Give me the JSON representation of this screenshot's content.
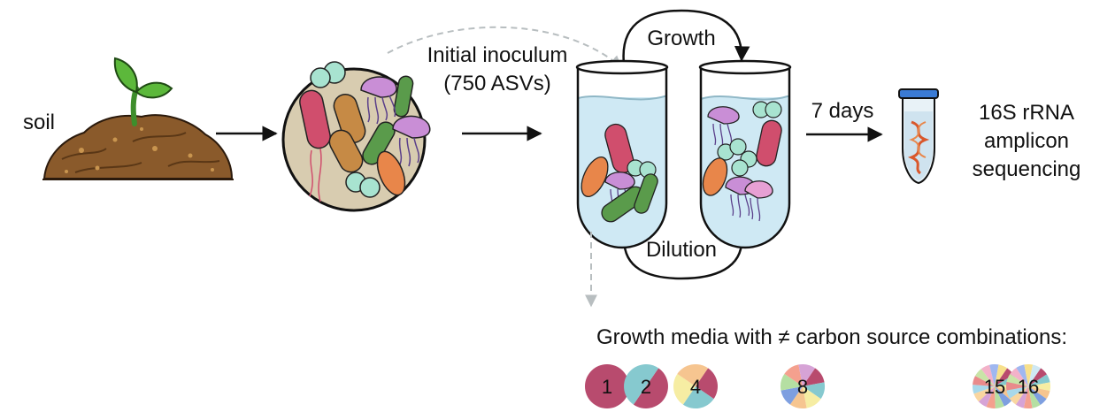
{
  "labels": {
    "soil": "soil",
    "inoculum_line1": "Initial inoculum",
    "inoculum_line2": "(750 ASVs)",
    "growth": "Growth",
    "dilution": "Dilution",
    "days": "7 days",
    "seq_line1": "16S rRNA",
    "seq_line2": "amplicon",
    "seq_line3": "sequencing",
    "media_caption": "Growth media with ≠ carbon source combinations:"
  },
  "pies": [
    {
      "label": "1",
      "colors": [
        "#b84b6e"
      ]
    },
    {
      "label": "2",
      "colors": [
        "#b84b6e",
        "#86c9cf"
      ]
    },
    {
      "label": "4",
      "colors": [
        "#b84b6e",
        "#86c9cf",
        "#f6eda3",
        "#f6c590"
      ]
    },
    {
      "label": "8",
      "colors": [
        "#b84b6e",
        "#86c9cf",
        "#f6eda3",
        "#f6c590",
        "#7e9fe0",
        "#b5dfa2",
        "#f4a08e",
        "#d6a3d6"
      ]
    },
    {
      "label": "15",
      "colors": [
        "#b84b6e",
        "#86c9cf",
        "#f6eda3",
        "#f6c590",
        "#7e9fe0",
        "#b5dfa2",
        "#f4a08e",
        "#d6a3d6",
        "#f9d6a0",
        "#a8d8ea",
        "#e98b8b",
        "#c9e4a7",
        "#f3b2c9",
        "#9fb7f0",
        "#f7e08c"
      ]
    },
    {
      "label": "16",
      "colors": [
        "#b84b6e",
        "#86c9cf",
        "#f6eda3",
        "#f6c590",
        "#7e9fe0",
        "#b5dfa2",
        "#f4a08e",
        "#d6a3d6",
        "#f9d6a0",
        "#a8d8ea",
        "#e98b8b",
        "#c9e4a7",
        "#f3b2c9",
        "#9fb7f0",
        "#f7e08c",
        "#cfe8f3"
      ]
    }
  ]
}
